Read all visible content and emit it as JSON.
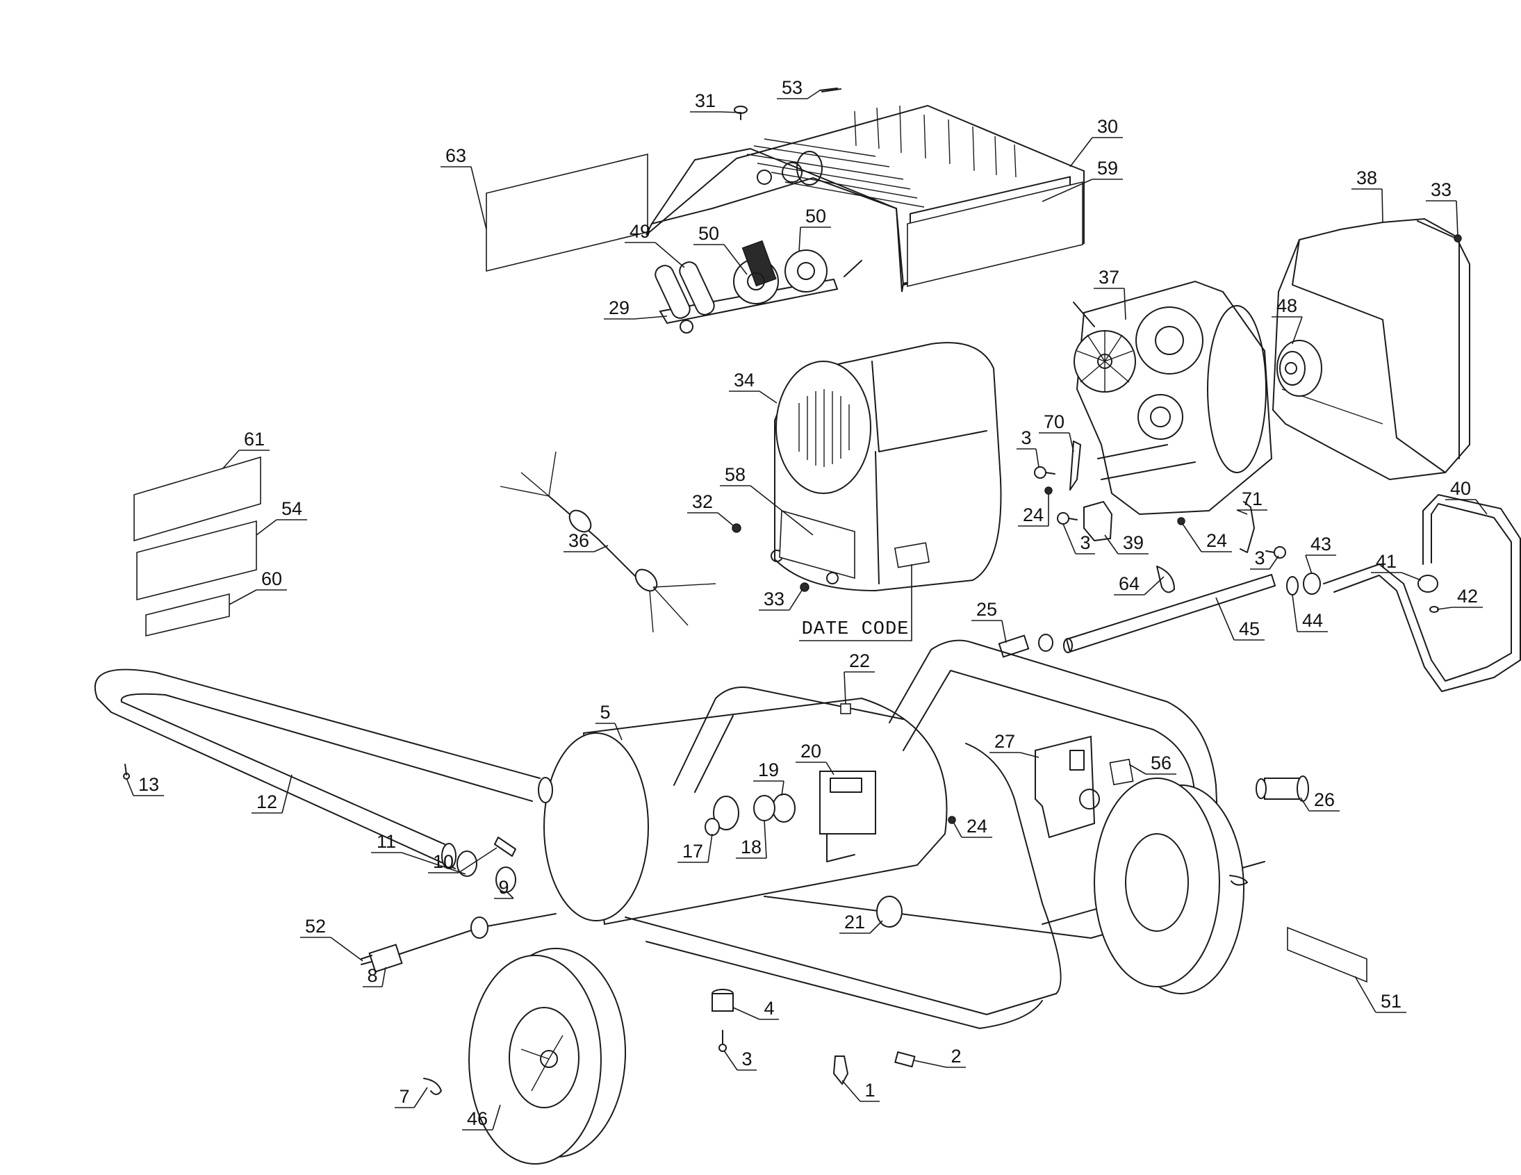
{
  "diagram": {
    "type": "exploded-parts-diagram",
    "subject": "portable air compressor",
    "callouts": [
      {
        "id": "c31",
        "label": "31"
      },
      {
        "id": "c53",
        "label": "53"
      },
      {
        "id": "c63",
        "label": "63"
      },
      {
        "id": "c30",
        "label": "30"
      },
      {
        "id": "c59",
        "label": "59"
      },
      {
        "id": "c49",
        "label": "49"
      },
      {
        "id": "c50a",
        "label": "50"
      },
      {
        "id": "c50b",
        "label": "50"
      },
      {
        "id": "c29",
        "label": "29"
      },
      {
        "id": "c38",
        "label": "38"
      },
      {
        "id": "c33a",
        "label": "33"
      },
      {
        "id": "c37",
        "label": "37"
      },
      {
        "id": "c48",
        "label": "48"
      },
      {
        "id": "c34",
        "label": "34"
      },
      {
        "id": "c61",
        "label": "61"
      },
      {
        "id": "c54",
        "label": "54"
      },
      {
        "id": "c60",
        "label": "60"
      },
      {
        "id": "c36",
        "label": "36"
      },
      {
        "id": "c58",
        "label": "58"
      },
      {
        "id": "c32",
        "label": "32"
      },
      {
        "id": "c33b",
        "label": "33"
      },
      {
        "id": "c3a",
        "label": "3"
      },
      {
        "id": "c70",
        "label": "70"
      },
      {
        "id": "c24a",
        "label": "24"
      },
      {
        "id": "c3b",
        "label": "3"
      },
      {
        "id": "c39",
        "label": "39"
      },
      {
        "id": "c24b",
        "label": "24"
      },
      {
        "id": "c71",
        "label": "71"
      },
      {
        "id": "c3c",
        "label": "3"
      },
      {
        "id": "c64",
        "label": "64"
      },
      {
        "id": "c43",
        "label": "43"
      },
      {
        "id": "c44",
        "label": "44"
      },
      {
        "id": "c40",
        "label": "40"
      },
      {
        "id": "c41",
        "label": "41"
      },
      {
        "id": "c42",
        "label": "42"
      },
      {
        "id": "c25",
        "label": "25"
      },
      {
        "id": "c45",
        "label": "45"
      },
      {
        "id": "c22",
        "label": "22"
      },
      {
        "id": "c5",
        "label": "5"
      },
      {
        "id": "c27",
        "label": "27"
      },
      {
        "id": "c56",
        "label": "56"
      },
      {
        "id": "c20",
        "label": "20"
      },
      {
        "id": "c19",
        "label": "19"
      },
      {
        "id": "c13",
        "label": "13"
      },
      {
        "id": "c12",
        "label": "12"
      },
      {
        "id": "c11",
        "label": "11"
      },
      {
        "id": "c10",
        "label": "10"
      },
      {
        "id": "c17",
        "label": "17"
      },
      {
        "id": "c18",
        "label": "18"
      },
      {
        "id": "c24c",
        "label": "24"
      },
      {
        "id": "c26",
        "label": "26"
      },
      {
        "id": "c9",
        "label": "9"
      },
      {
        "id": "c21",
        "label": "21"
      },
      {
        "id": "c52",
        "label": "52"
      },
      {
        "id": "c8",
        "label": "8"
      },
      {
        "id": "c51",
        "label": "51"
      },
      {
        "id": "c4",
        "label": "4"
      },
      {
        "id": "c3d",
        "label": "3"
      },
      {
        "id": "c2",
        "label": "2"
      },
      {
        "id": "c1",
        "label": "1"
      },
      {
        "id": "c7",
        "label": "7"
      },
      {
        "id": "c46",
        "label": "46"
      }
    ],
    "date_code_label": "DATE CODE"
  }
}
